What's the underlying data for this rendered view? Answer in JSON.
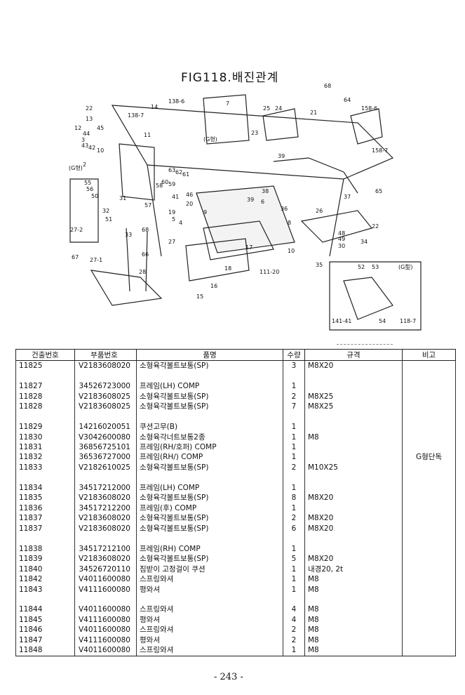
{
  "figure": {
    "title": "FIG118.배진관계",
    "callouts": [
      "22",
      "13",
      "12",
      "45",
      "44",
      "3",
      "43",
      "42",
      "10",
      "11",
      "2",
      "138-7",
      "14",
      "138-6",
      "7",
      "(G형)",
      "25",
      "24",
      "23",
      "21",
      "68",
      "64",
      "158-6",
      "158-7",
      "39",
      "38",
      "39",
      "6",
      "36",
      "65",
      "37",
      "26",
      "22",
      "48",
      "49",
      "30",
      "34",
      "35",
      "8",
      "17",
      "10",
      "111-20",
      "9",
      "18",
      "16",
      "15",
      "(G형)",
      "55",
      "56",
      "50",
      "32",
      "51",
      "27-2",
      "67",
      "27-1",
      "31",
      "33",
      "68",
      "66",
      "27",
      "28",
      "52",
      "53",
      "(G型)",
      "141-41",
      "54",
      "118-7",
      "63",
      "62",
      "61",
      "60",
      "59",
      "58",
      "57",
      "46",
      "41",
      "20",
      "5",
      "4",
      "19"
    ]
  },
  "table": {
    "headers": [
      "건출번호",
      "부품번호",
      "품명",
      "수량",
      "규격",
      "비고"
    ],
    "rows": [
      [
        "11825",
        "V2183608020",
        "소형육각볼트보통(SP)",
        "3",
        "M8X20",
        ""
      ],
      [
        "",
        "",
        "",
        "",
        "",
        ""
      ],
      [
        "11827",
        "34526723000",
        "프레임(LH) COMP",
        "1",
        "",
        ""
      ],
      [
        "11828",
        "V2183608025",
        "소형육각볼트보통(SP)",
        "2",
        "M8X25",
        ""
      ],
      [
        "11828",
        "V2183608025",
        "소형육각볼트보통(SP)",
        "7",
        "M8X25",
        ""
      ],
      [
        "",
        "",
        "",
        "",
        "",
        ""
      ],
      [
        "11829",
        "14216020051",
        "쿠션고무(B)",
        "1",
        "",
        ""
      ],
      [
        "11830",
        "V3042600080",
        "소형육각너트보통2종",
        "1",
        "M8",
        ""
      ],
      [
        "11831",
        "36856725101",
        "프레임(RH/호퍼) COMP",
        "1",
        "",
        ""
      ],
      [
        "11832",
        "36536727000",
        "프레임(RH/) COMP",
        "1",
        "",
        "G형단독"
      ],
      [
        "11833",
        "V2182610025",
        "소형육각볼트보통(SP)",
        "2",
        "M10X25",
        ""
      ],
      [
        "",
        "",
        "",
        "",
        "",
        ""
      ],
      [
        "11834",
        "34517212000",
        "프레임(LH) COMP",
        "1",
        "",
        ""
      ],
      [
        "11835",
        "V2183608020",
        "소형육각볼트보통(SP)",
        "8",
        "M8X20",
        ""
      ],
      [
        "11836",
        "34517212200",
        "프레임(후) COMP",
        "1",
        "",
        ""
      ],
      [
        "11837",
        "V2183608020",
        "소형육각볼트보통(SP)",
        "2",
        "M8X20",
        ""
      ],
      [
        "11837",
        "V2183608020",
        "소형육각볼트보통(SP)",
        "6",
        "M8X20",
        ""
      ],
      [
        "",
        "",
        "",
        "",
        "",
        ""
      ],
      [
        "11838",
        "34517212100",
        "프레임(RH) COMP",
        "1",
        "",
        ""
      ],
      [
        "11839",
        "V2183608020",
        "소형육각볼트보통(SP)",
        "5",
        "M8X20",
        ""
      ],
      [
        "11840",
        "34526720110",
        "짐받이 고정걸이 쿠션",
        "1",
        "내경20, 2t",
        ""
      ],
      [
        "11842",
        "V4011600080",
        "스프링와셔",
        "1",
        "M8",
        ""
      ],
      [
        "11843",
        "V4111600080",
        "평와셔",
        "1",
        "M8",
        ""
      ],
      [
        "",
        "",
        "",
        "",
        "",
        ""
      ],
      [
        "11844",
        "V4011600080",
        "스프링와셔",
        "4",
        "M8",
        ""
      ],
      [
        "11845",
        "V4111600080",
        "평와셔",
        "4",
        "M8",
        ""
      ],
      [
        "11846",
        "V4011600080",
        "스프링와셔",
        "2",
        "M8",
        ""
      ],
      [
        "11847",
        "V4111600080",
        "평와셔",
        "2",
        "M8",
        ""
      ],
      [
        "11848",
        "V4011600080",
        "스프링와셔",
        "1",
        "M8",
        ""
      ]
    ]
  },
  "page_number": "- 243 -"
}
